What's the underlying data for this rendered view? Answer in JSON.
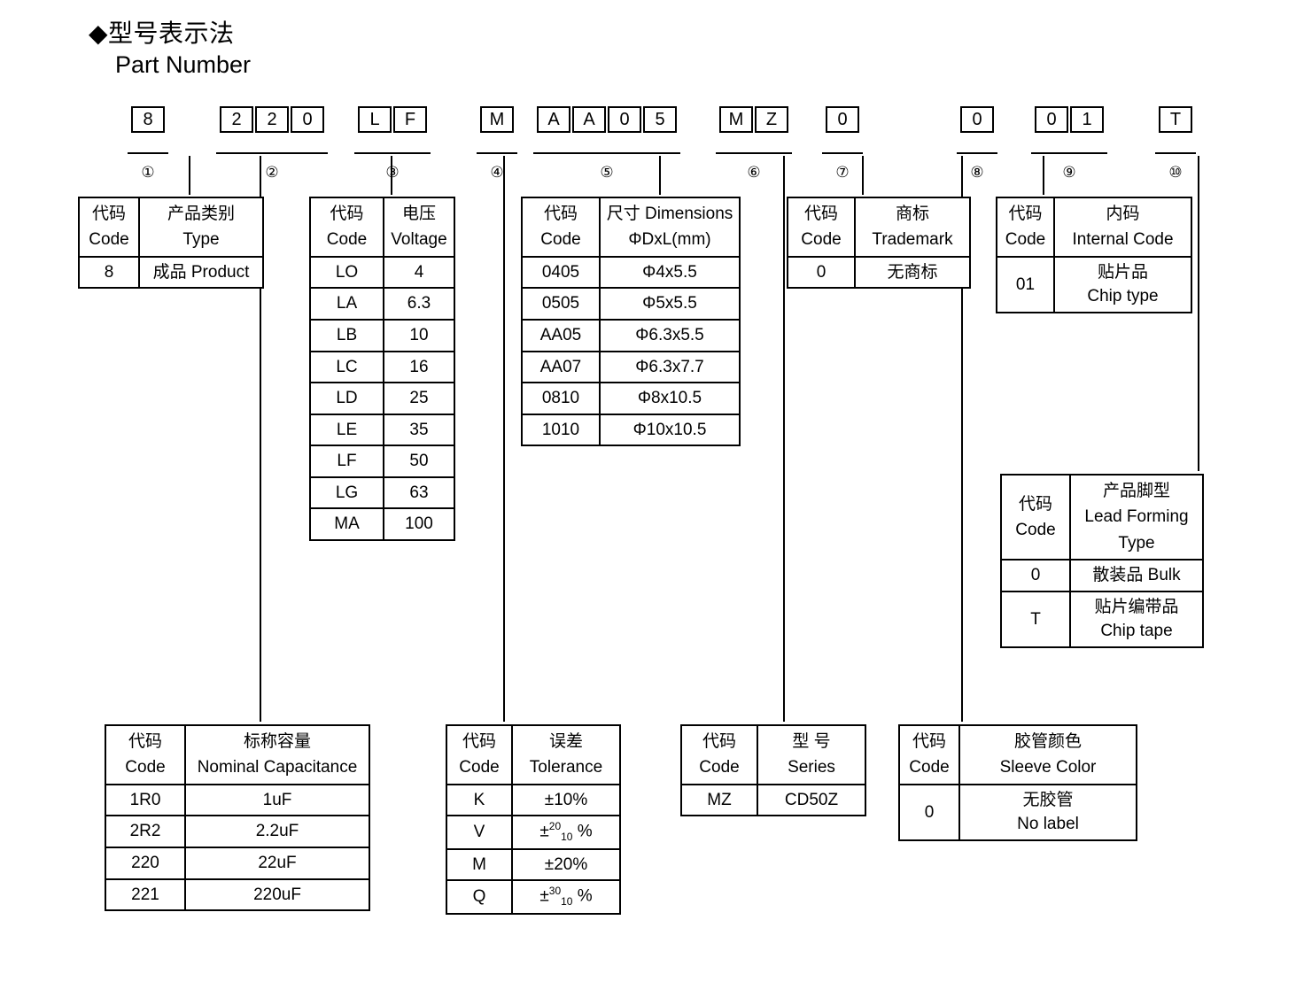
{
  "header": {
    "title_cn": "◆型号表示法",
    "title_en": "Part Number"
  },
  "part_number": {
    "groups": [
      {
        "index": "①",
        "chars": [
          "8"
        ]
      },
      {
        "index": "②",
        "chars": [
          "2",
          "2",
          "0"
        ]
      },
      {
        "index": "③",
        "chars": [
          "L",
          "F"
        ]
      },
      {
        "index": "④",
        "chars": [
          "M"
        ]
      },
      {
        "index": "⑤",
        "chars": [
          "A",
          "A",
          "0",
          "5"
        ]
      },
      {
        "index": "⑥",
        "chars": [
          "M",
          "Z"
        ]
      },
      {
        "index": "⑦",
        "chars": [
          "0"
        ]
      },
      {
        "index": "⑧",
        "chars": [
          "0"
        ]
      },
      {
        "index": "⑨",
        "chars": [
          "0",
          "1"
        ]
      },
      {
        "index": "⑩",
        "chars": [
          "T"
        ]
      }
    ]
  },
  "tables": {
    "type": {
      "header": {
        "code_cn": "代码",
        "code_en": "Code",
        "name_cn": "产品类别",
        "name_en": "Type"
      },
      "rows": [
        {
          "code": "8",
          "value": "成品 Product"
        }
      ]
    },
    "capacitance": {
      "header": {
        "code_cn": "代码",
        "code_en": "Code",
        "name_cn": "标称容量",
        "name_en": "Nominal Capacitance"
      },
      "rows": [
        {
          "code": "1R0",
          "value": "1uF"
        },
        {
          "code": "2R2",
          "value": "2.2uF"
        },
        {
          "code": "220",
          "value": "22uF"
        },
        {
          "code": "221",
          "value": "220uF"
        }
      ]
    },
    "voltage": {
      "header": {
        "code_cn": "代码",
        "code_en": "Code",
        "name_cn": "电压",
        "name_en": "Voltage"
      },
      "rows": [
        {
          "code": "LO",
          "value": "4"
        },
        {
          "code": "LA",
          "value": "6.3"
        },
        {
          "code": "LB",
          "value": "10"
        },
        {
          "code": "LC",
          "value": "16"
        },
        {
          "code": "LD",
          "value": "25"
        },
        {
          "code": "LE",
          "value": "35"
        },
        {
          "code": "LF",
          "value": "50"
        },
        {
          "code": "LG",
          "value": "63"
        },
        {
          "code": "MA",
          "value": "100"
        }
      ]
    },
    "tolerance": {
      "header": {
        "code_cn": "代码",
        "code_en": "Code",
        "name_cn": "误差",
        "name_en": "Tolerance"
      },
      "rows": [
        {
          "code": "K",
          "value": "±10%",
          "sup": "",
          "sub": ""
        },
        {
          "code": "V",
          "value": "",
          "sup": "20",
          "sub": "10"
        },
        {
          "code": "M",
          "value": "±20%",
          "sup": "",
          "sub": ""
        },
        {
          "code": "Q",
          "value": "",
          "sup": "30",
          "sub": "10"
        }
      ]
    },
    "dimensions": {
      "header": {
        "code_cn": "代码",
        "code_en": "Code",
        "name_cn": "尺寸 Dimensions",
        "name_en": "ΦDxL(mm)"
      },
      "rows": [
        {
          "code": "0405",
          "value": "Φ4x5.5"
        },
        {
          "code": "0505",
          "value": "Φ5x5.5"
        },
        {
          "code": "AA05",
          "value": "Φ6.3x5.5"
        },
        {
          "code": "AA07",
          "value": "Φ6.3x7.7"
        },
        {
          "code": "0810",
          "value": "Φ8x10.5"
        },
        {
          "code": "1010",
          "value": "Φ10x10.5"
        }
      ]
    },
    "series": {
      "header": {
        "code_cn": "代码",
        "code_en": "Code",
        "name_cn": "型 号",
        "name_en": "Series"
      },
      "rows": [
        {
          "code": "MZ",
          "value": "CD50Z"
        }
      ]
    },
    "trademark": {
      "header": {
        "code_cn": "代码",
        "code_en": "Code",
        "name_cn": "商标",
        "name_en": "Trademark"
      },
      "rows": [
        {
          "code": "0",
          "value": "无商标"
        }
      ]
    },
    "sleeve_color": {
      "header": {
        "code_cn": "代码",
        "code_en": "Code",
        "name_cn": "胶管颜色",
        "name_en": "Sleeve Color"
      },
      "rows": [
        {
          "code": "0",
          "value_cn": "无胶管",
          "value_en": "No label"
        }
      ]
    },
    "internal_code": {
      "header": {
        "code_cn": "代码",
        "code_en": "Code",
        "name_cn": "内码",
        "name_en": "Internal Code"
      },
      "rows": [
        {
          "code": "01",
          "value_cn": "贴片品",
          "value_en": "Chip type"
        }
      ]
    },
    "lead_forming": {
      "header": {
        "code_cn": "代码",
        "code_en": "Code",
        "name_cn": "产品脚型",
        "name_en1": "Lead Forming",
        "name_en2": "Type"
      },
      "rows": [
        {
          "code": "0",
          "value_cn": "散装品 Bulk",
          "value_en": ""
        },
        {
          "code": "T",
          "value_cn": "贴片编带品",
          "value_en": "Chip tape"
        }
      ]
    }
  }
}
